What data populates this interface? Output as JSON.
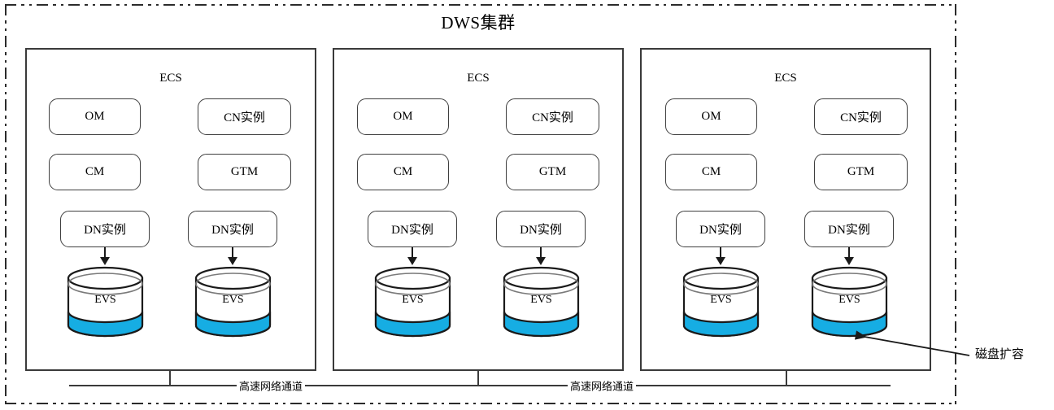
{
  "cluster": {
    "title": "DWS集群",
    "border_color": "#2b2b2b"
  },
  "hosts": [
    {
      "title": "ECS",
      "left_column": [
        "OM",
        "CM"
      ],
      "right_column": [
        "CN实例",
        "GTM"
      ],
      "dn_instances": [
        "DN实例",
        "DN实例"
      ],
      "storage": [
        "EVS",
        "EVS"
      ]
    },
    {
      "title": "ECS",
      "left_column": [
        "OM",
        "CM"
      ],
      "right_column": [
        "CN实例",
        "GTM"
      ],
      "dn_instances": [
        "DN实例",
        "DN实例"
      ],
      "storage": [
        "EVS",
        "EVS"
      ]
    },
    {
      "title": "ECS",
      "left_column": [
        "OM",
        "CM"
      ],
      "right_column": [
        "CN实例",
        "GTM"
      ],
      "dn_instances": [
        "DN实例",
        "DN实例"
      ],
      "storage": [
        "EVS",
        "EVS"
      ]
    }
  ],
  "network": {
    "labels": [
      "高速网络通道",
      "高速网络通道"
    ]
  },
  "annotation": {
    "label": "磁盘扩容"
  },
  "colors": {
    "disk_fill": "#16ADE3",
    "line": "#3a3a3a",
    "text": "#000000"
  }
}
